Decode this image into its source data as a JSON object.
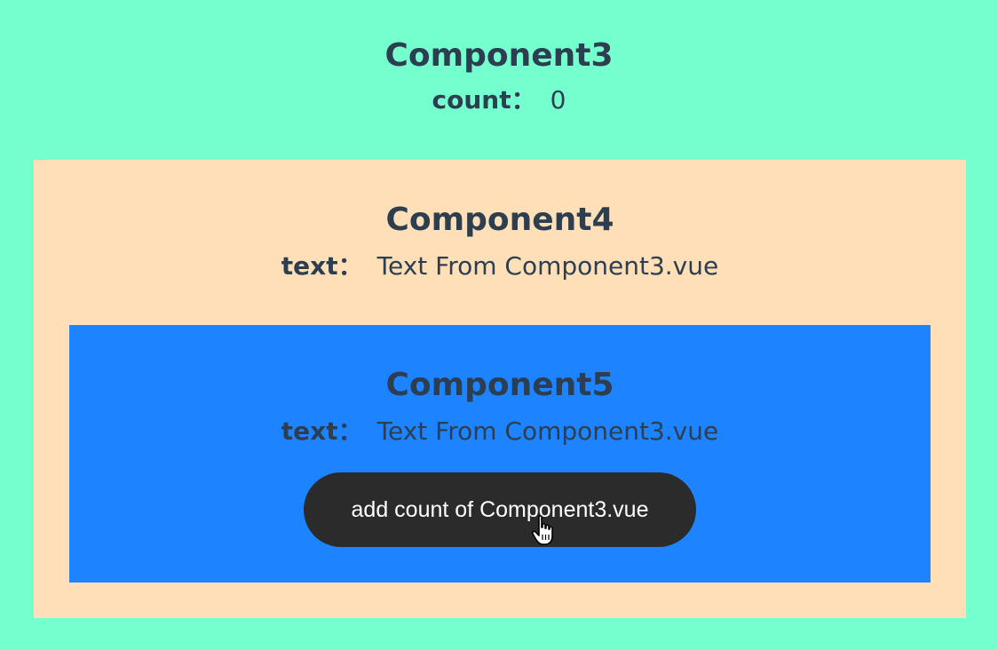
{
  "component3": {
    "title": "Component3",
    "count_key": "count",
    "separator": "：",
    "count_value": "0"
  },
  "component4": {
    "title": "Component4",
    "text_key": "text",
    "separator": "：",
    "text_value": "Text From Component3.vue"
  },
  "component5": {
    "title": "Component5",
    "text_key": "text",
    "separator": "：",
    "text_value": "Text From Component3.vue",
    "button_label": "add count of Component3.vue"
  },
  "colors": {
    "component3_bg": "#75ffcf",
    "component4_bg": "#ffdfb8",
    "component5_bg": "#1e83ff",
    "button_bg": "#2b2b2b",
    "text": "#2c3e50"
  },
  "icons": {
    "cursor": "hand-pointer-icon"
  }
}
